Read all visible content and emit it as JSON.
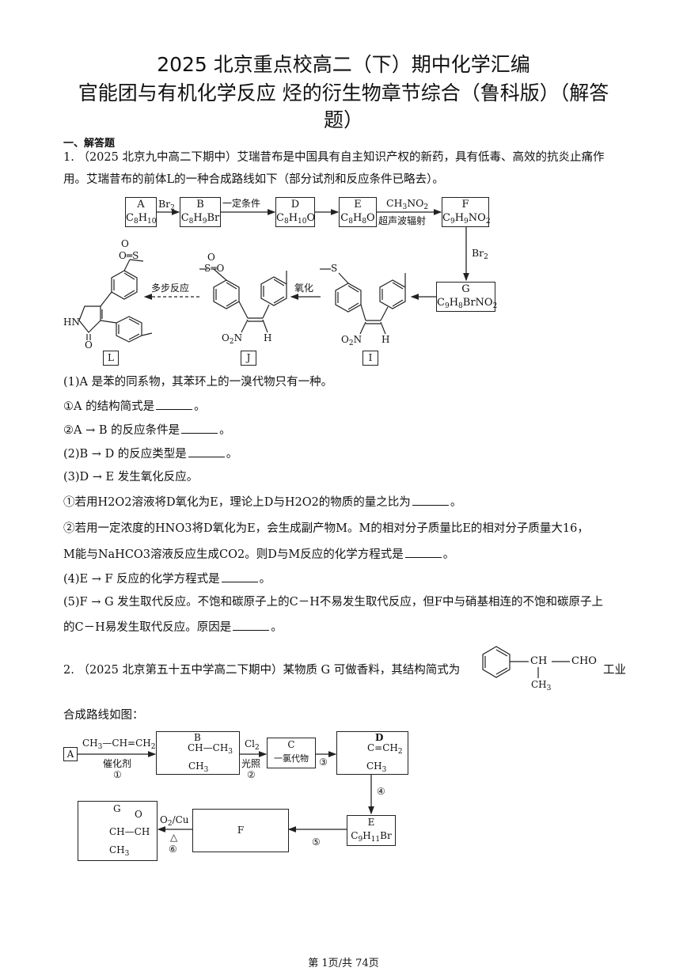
{
  "header": {
    "title_line1": "2025 北京重点校高二（下）期中化学汇编",
    "title_line2": "官能团与有机化学反应  烃的衍生物章节综合（鲁科版）（解答",
    "title_line3": "题）"
  },
  "section_heading": "一、解答题",
  "q1": {
    "intro_line1": "1. （2025 北京九中高二下期中）艾瑞昔布是中国具有自主知识产权的新药，具有低毒、高效的抗炎止痛作",
    "intro_line2": "用。艾瑞昔布的前体L的一种合成路线如下（部分试剂和反应条件已略去）。",
    "scheme": {
      "boxes": [
        {
          "id": "A",
          "formula": "C8H10"
        },
        {
          "id": "B",
          "formula": "C8H9Br"
        },
        {
          "id": "D",
          "formula": "C8H10O"
        },
        {
          "id": "E",
          "formula": "C8H8O"
        },
        {
          "id": "F",
          "formula": "C9H9NO2"
        },
        {
          "id": "G",
          "formula": "C9H8BrNO2"
        }
      ],
      "arrow_labels": {
        "a_to_b": "Br2",
        "b_to_d": "一定条件",
        "e_to_f_top": "CH3NO2",
        "e_to_f_bottom": "超声波辐射",
        "f_to_g": "Br2",
        "i_to_j": "氧化",
        "j_to_l": "多步反应"
      },
      "structure_labels": {
        "L": "L",
        "J": "J",
        "I": "I"
      },
      "atom_labels": {
        "nh": "HN",
        "o": "O",
        "o2n": "O2N",
        "h": "H",
        "s": "S"
      }
    },
    "sub1": "(1)A 是苯的同系物，其苯环上的一溴代物只有一种。",
    "sub1_a": "①A 的结构简式是",
    "sub1_b": "②A → B 的反应条件是",
    "sub2": "(2)B → D 的反应类型是",
    "sub3": "(3)D → E 发生氧化反应。",
    "sub3_a": "①若用H2O2溶液将D氧化为E，理论上D与H2O2的物质的量之比为",
    "sub3_b_line1": "②若用一定浓度的HNO3将D氧化为E，会生成副产物M。M的相对分子质量比E的相对分子质量大16，",
    "sub3_b_line2": "M能与NaHCO3溶液反应生成CO2。则D与M反应的化学方程式是",
    "sub4": "(4)E → F 反应的化学方程式是",
    "sub5_line1": "(5)F → G 发生取代反应。不饱和碳原子上的C－H不易发生取代反应，但F中与硝基相连的不饱和碳原子上",
    "sub5_line2": "的C－H易发生取代反应。原因是",
    "period": "。"
  },
  "q2": {
    "intro_prefix": "2. （2025 北京第五十五中学高二下期中）某物质 G 可做香料，其结构简式为",
    "intro_suffix": "工业",
    "intro_line2": "合成路线如图：",
    "structure_g_text": {
      "ch": "CH",
      "cho": "CHO",
      "ch3": "CH3"
    },
    "scheme": {
      "a_label": "A",
      "step1_reagent": "CH3—CH=CH2",
      "step1_condition": "催化剂",
      "step1_num": "①",
      "b_label": "B",
      "b_text": "CH—CH3",
      "b_sub": "CH3",
      "step2_reagent": "Cl2",
      "step2_condition": "光照",
      "step2_num": "②",
      "c_label": "C",
      "c_text": "一氯代物",
      "step3_num": "③",
      "d_label": "D",
      "d_text": "C=CH2",
      "d_sub": "CH3",
      "step4_num": "④",
      "e_label": "E",
      "e_formula": "C9H11Br",
      "step5_num": "⑤",
      "f_label": "F",
      "step6_reagent": "O2/Cu",
      "step6_condition": "△",
      "step6_num": "⑥",
      "g_label": "G",
      "g_text": "CH—CH",
      "g_o": "O",
      "g_sub": "CH3"
    }
  },
  "footer": {
    "page_text": "第 1页/共 74页"
  }
}
